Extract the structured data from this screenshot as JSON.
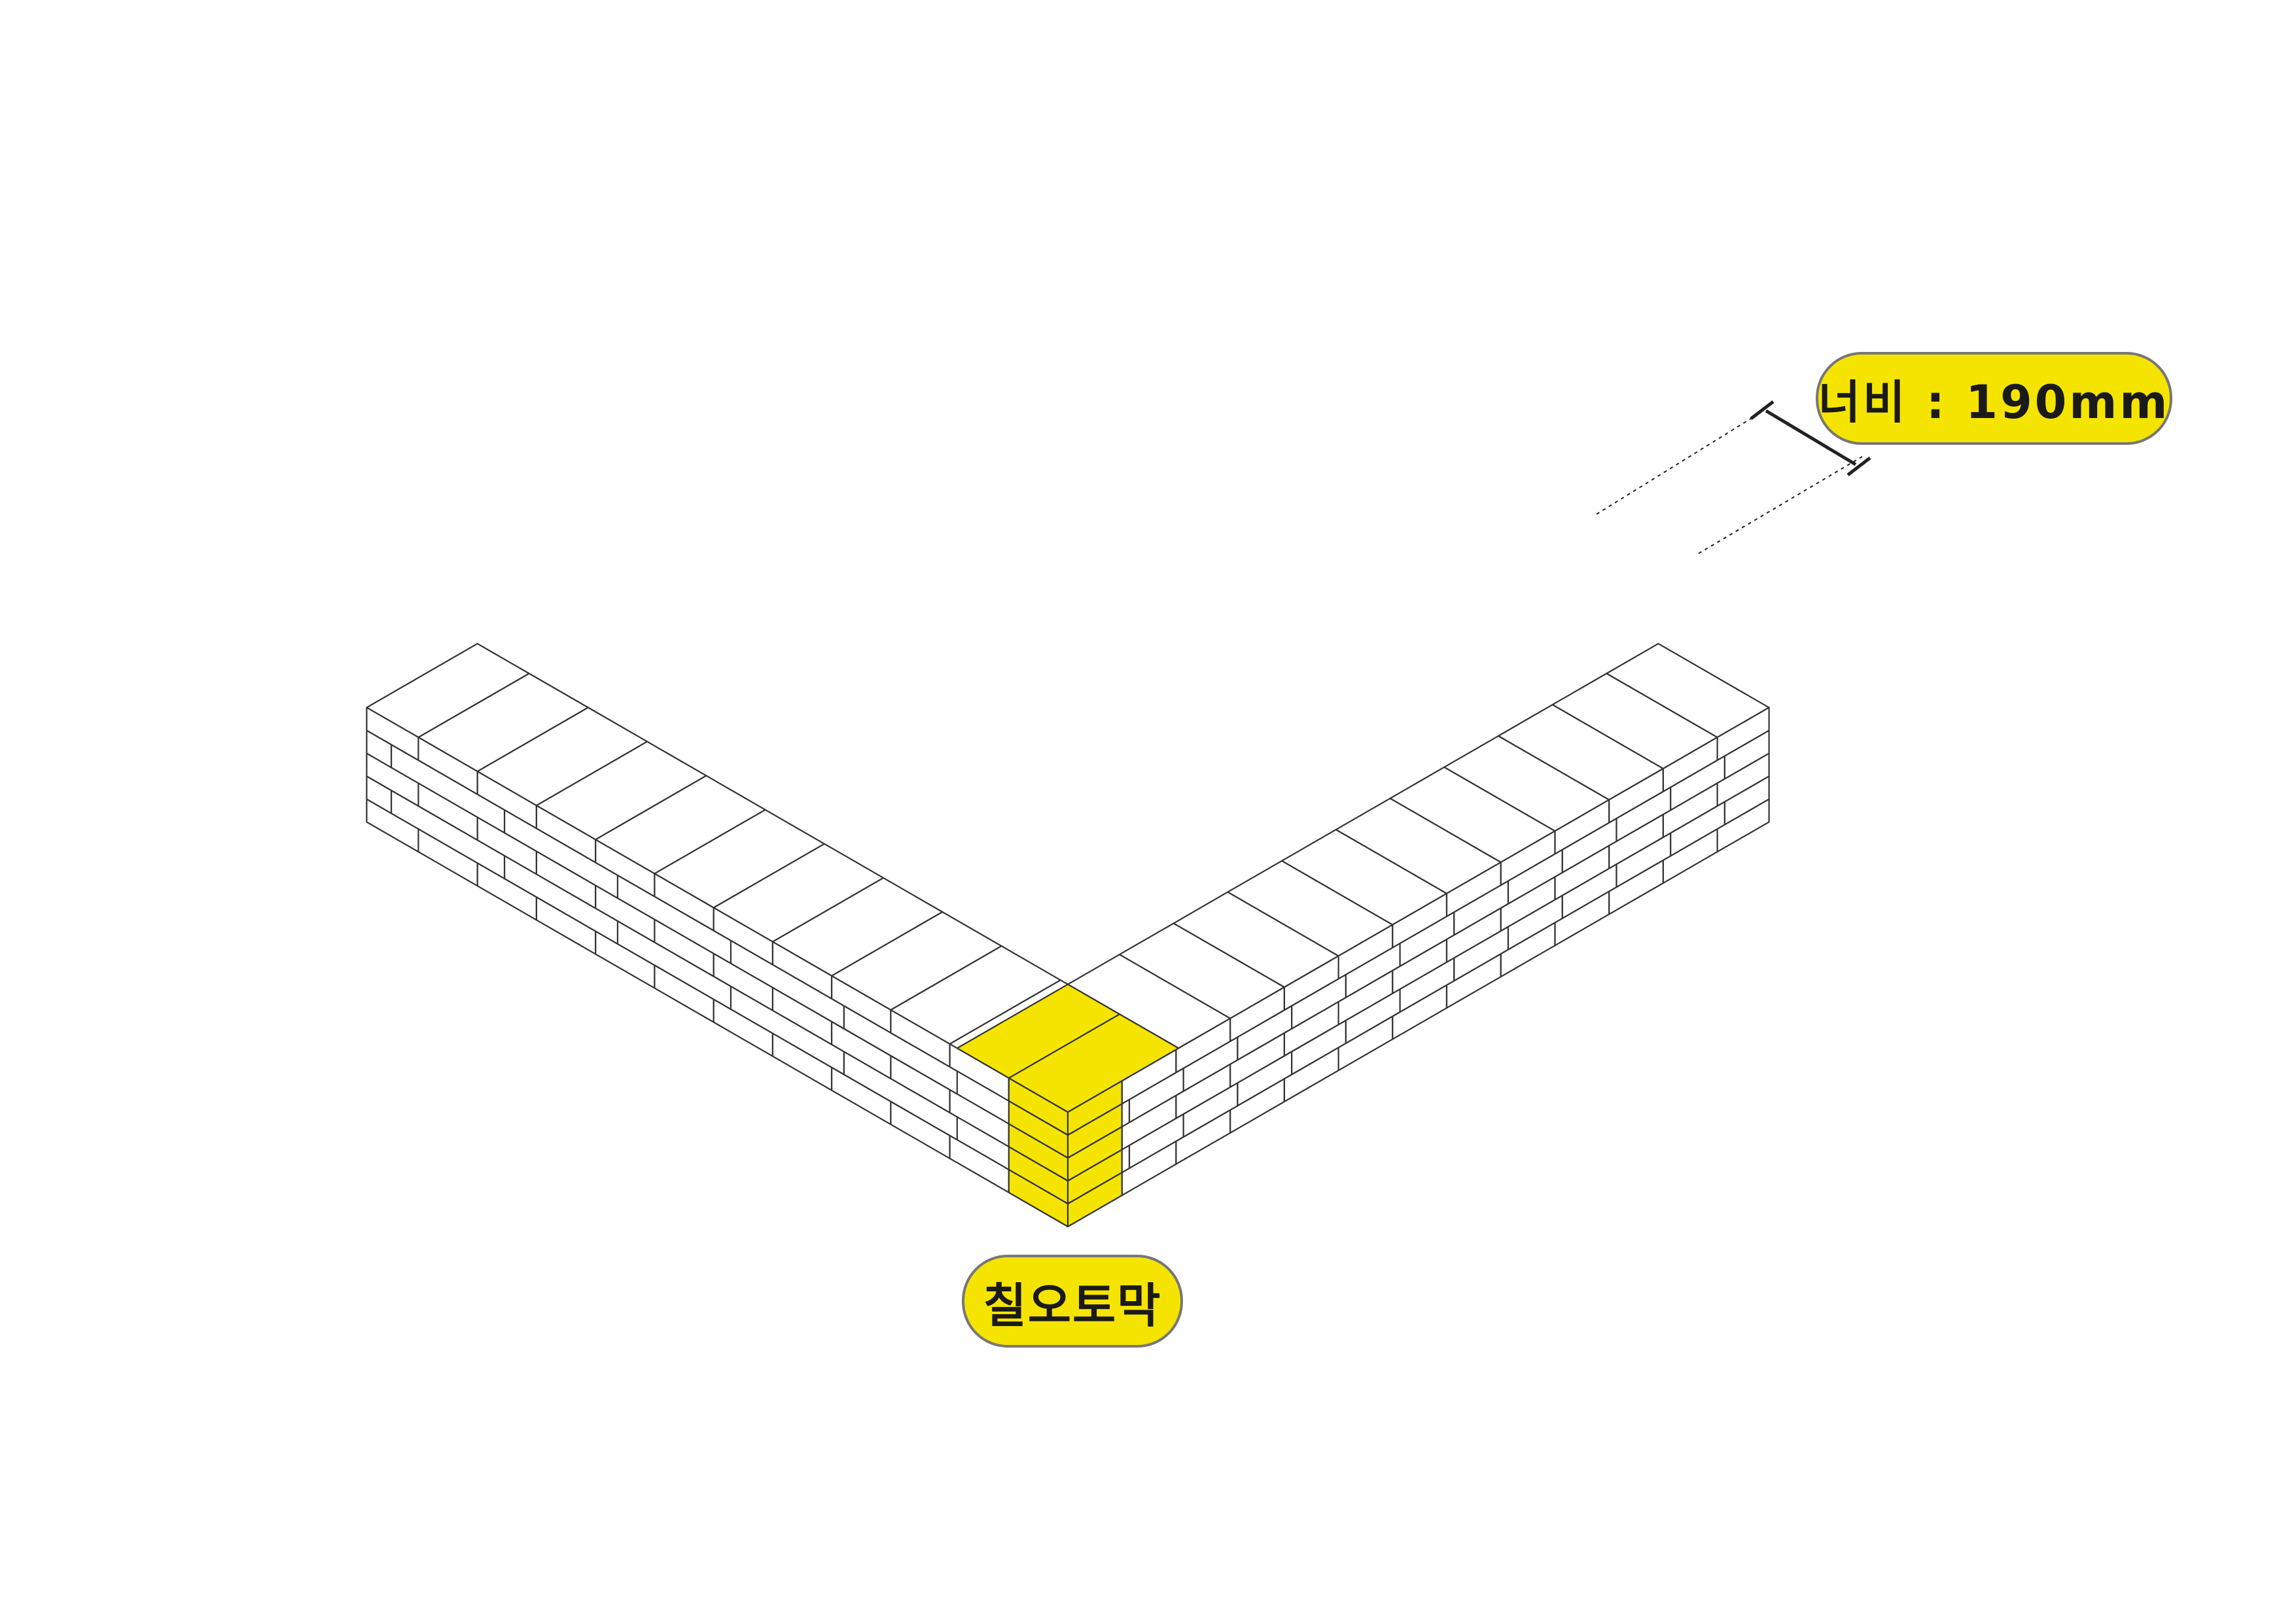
{
  "labels": {
    "width_label": "너비 : 190mm",
    "corner_label": "칠오토막"
  },
  "diagram": {
    "rows": 5,
    "corner_piece_rows": 4,
    "colors": {
      "brick_fill": "#ffffff",
      "brick_stroke": "#333333",
      "highlight_fill": "#f5e400",
      "callout_fill": "#f5e400",
      "callout_border": "#777777",
      "dimension_line": "#222222"
    }
  }
}
